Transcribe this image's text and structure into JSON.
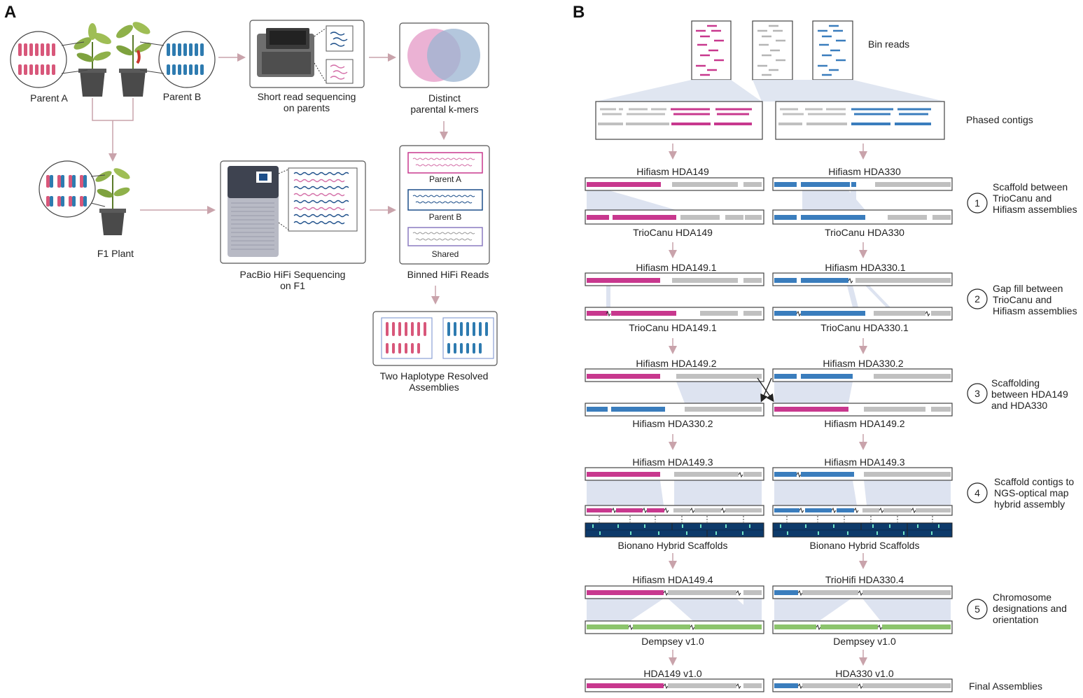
{
  "panel_a": {
    "label": "A",
    "parent_a": "Parent A",
    "parent_b": "Parent B",
    "short_read": [
      "Short read sequencing",
      "on parents"
    ],
    "kmers": [
      "Distinct",
      "parental k-mers"
    ],
    "f1_plant": "F1 Plant",
    "pacbio": [
      "PacBio HiFi Sequencing",
      "on F1"
    ],
    "bin_parent_a": "Parent A",
    "bin_parent_b": "Parent B",
    "bin_shared": "Shared",
    "binned_reads": "Binned HiFi Reads",
    "two_haplotype": [
      "Two Haplotype Resolved",
      "Assemblies"
    ]
  },
  "panel_b": {
    "label": "B",
    "bin_reads": "Bin reads",
    "phased_contigs": "Phased contigs",
    "steps": [
      {
        "num": "1",
        "text": [
          "Scaffold between",
          "TrioCanu and",
          "Hifiasm assemblies"
        ],
        "top_left": "Hifiasm HDA149",
        "top_right": "Hifiasm HDA330",
        "bottom_left": "TrioCanu HDA149",
        "bottom_right": "TrioCanu HDA330"
      },
      {
        "num": "2",
        "text": [
          "Gap fill between",
          "TrioCanu and",
          "Hifiasm assemblies"
        ],
        "top_left": "Hifiasm HDA149.1",
        "top_right": "Hifiasm HDA330.1",
        "bottom_left": "TrioCanu HDA149.1",
        "bottom_right": "TrioCanu HDA330.1"
      },
      {
        "num": "3",
        "text": [
          "Scaffolding",
          "between HDA149",
          "and HDA330"
        ],
        "top_left": "Hifiasm HDA149.2",
        "top_right": "Hifiasm HDA330.2",
        "bottom_left": "Hifiasm HDA330.2",
        "bottom_right": "Hifiasm HDA149.2"
      },
      {
        "num": "4",
        "text": [
          "Scaffold contigs to",
          "NGS-optical map",
          "hybrid assembly"
        ],
        "top_left": "Hifiasm HDA149.3",
        "top_right": "Hifiasm HDA149.3",
        "bottom_left": "Bionano Hybrid Scaffolds",
        "bottom_right": "Bionano Hybrid Scaffolds"
      },
      {
        "num": "5",
        "text": [
          "Chromosome",
          "designations and",
          "orientation"
        ],
        "top_left": "Hifiasm HDA149.4",
        "top_right": "TrioHifi HDA330.4",
        "bottom_left": "Dempsey v1.0",
        "bottom_right": "Dempsey v1.0"
      }
    ],
    "final_left": "HDA149 v1.0",
    "final_right": "HDA330 v1.0",
    "final_label": "Final Assemblies"
  },
  "colors": {
    "magenta": "#c8388e",
    "blue": "#3a7dbd",
    "gray": "#c0c0c0",
    "green": "#8cc46c",
    "navy": "#0d3a6a",
    "link": "#dde3f0",
    "arrow": "#c9a3ab"
  }
}
